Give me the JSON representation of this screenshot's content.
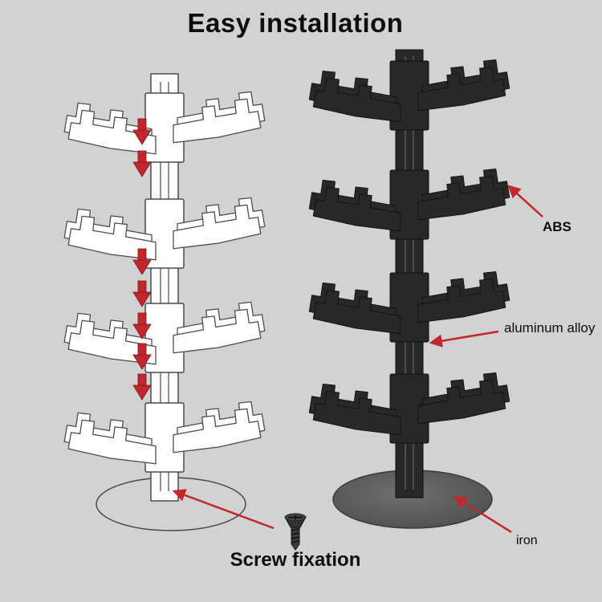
{
  "title": "Easy installation",
  "labels": {
    "abs": "ABS",
    "aluminum_alloy": "aluminum alloy",
    "iron": "iron",
    "screw_fixation": "Screw fixation"
  },
  "colors": {
    "background": "#d2d2d2",
    "arrow_red": "#c1272d",
    "plastic_dark": "#282828",
    "base_gray": "#585858",
    "wireframe_stroke": "#4a4a4a",
    "text": "#0d0d0d"
  },
  "icons": {
    "screw": "screw-icon",
    "down_arrow": "down-arrow-icon",
    "annotation_arrow": "red-pointer-arrow-icon"
  }
}
